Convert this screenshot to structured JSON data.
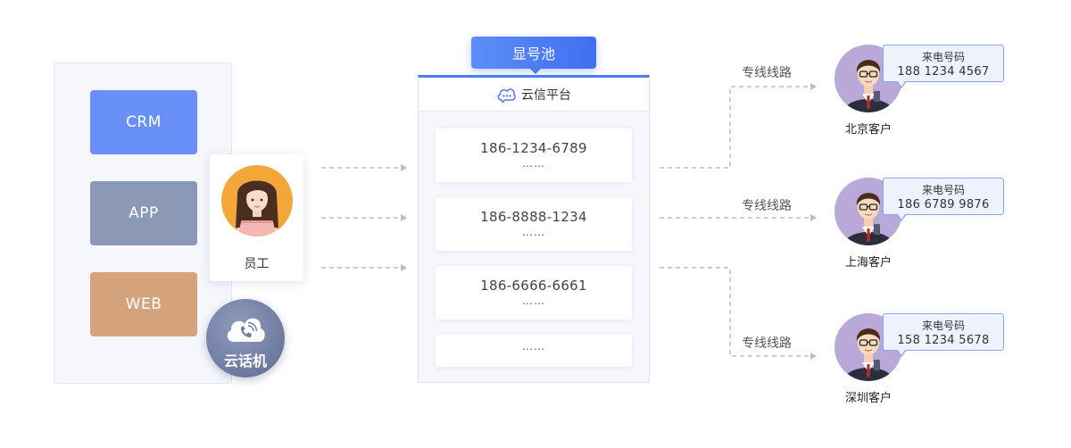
{
  "systems": {
    "crm": "CRM",
    "app": "APP",
    "web": "WEB"
  },
  "employee": {
    "label": "员工"
  },
  "cloud_phone": {
    "label": "云话机"
  },
  "pool": {
    "tag": "显号池",
    "platform_name": "云信平台",
    "numbers": [
      "186-1234-6789",
      "186-8888-1234",
      "186-6666-6661"
    ],
    "more": "……"
  },
  "routes": {
    "label": "专线线路"
  },
  "customers": [
    {
      "name": "北京客户",
      "caller_label": "来电号码",
      "caller_number": "188 1234 4567"
    },
    {
      "name": "上海客户",
      "caller_label": "来电号码",
      "caller_number": "186 6789 9876"
    },
    {
      "name": "深圳客户",
      "caller_label": "来电号码",
      "caller_number": "158 1234 5678"
    }
  ],
  "colors": {
    "accent": "#4a7cf6",
    "crm": "#6990f9",
    "app": "#8b98b6",
    "web": "#d4a37c",
    "connector": "#b9bdc9"
  }
}
